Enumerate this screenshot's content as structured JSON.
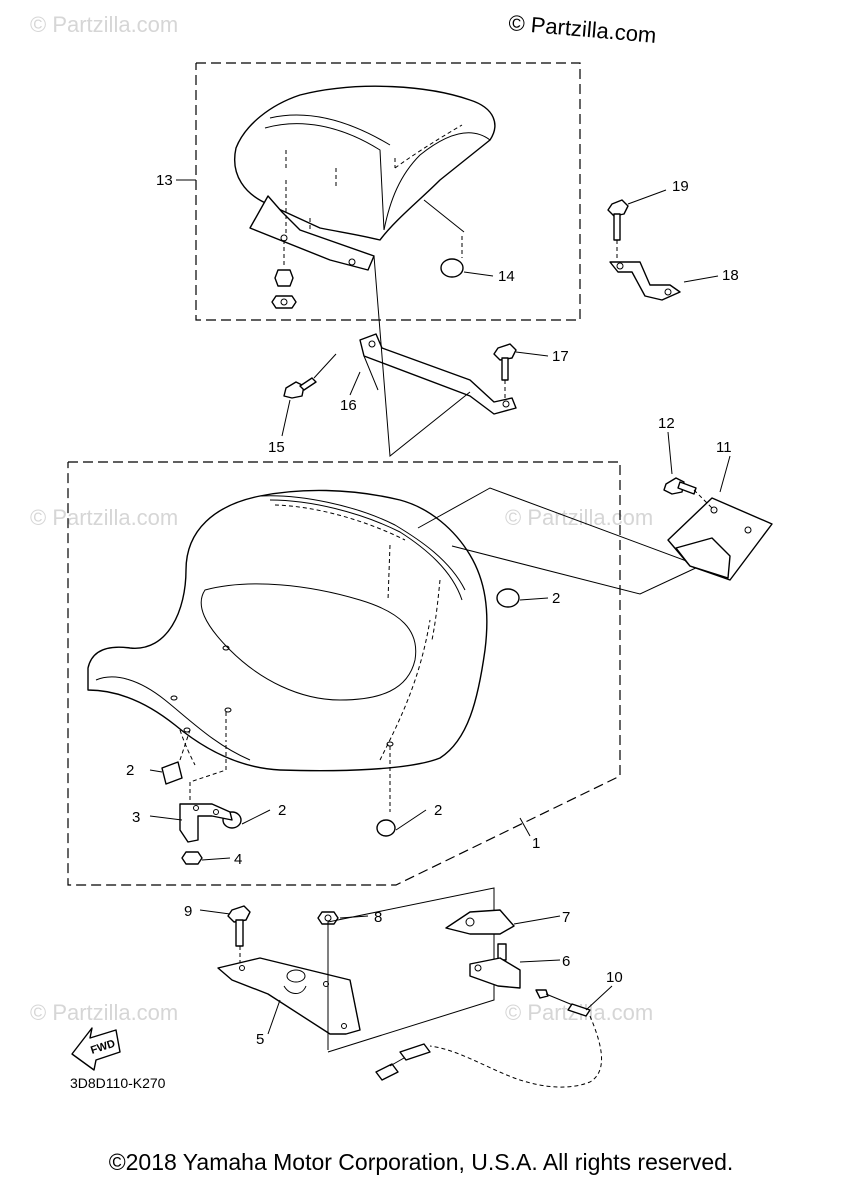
{
  "top_watermark": "© Partzilla.com",
  "faint_watermark": "© Partzilla.com",
  "diagram_code": "3D8D110-K270",
  "fwd_label": "FWD",
  "copyright": "©2018 Yamaha Motor Corporation, U.S.A. All rights reserved.",
  "callouts": {
    "c1": "1",
    "c2a": "2",
    "c2b": "2",
    "c2c": "2",
    "c2d": "2",
    "c3": "3",
    "c4": "4",
    "c5": "5",
    "c6": "6",
    "c7": "7",
    "c8": "8",
    "c9": "9",
    "c10": "10",
    "c11": "11",
    "c12": "12",
    "c13": "13",
    "c14": "14",
    "c15": "15",
    "c16": "16",
    "c17": "17",
    "c18": "18",
    "c19": "19"
  },
  "colors": {
    "line": "#000000",
    "watermark": "#d6d6d6",
    "background": "#ffffff"
  }
}
